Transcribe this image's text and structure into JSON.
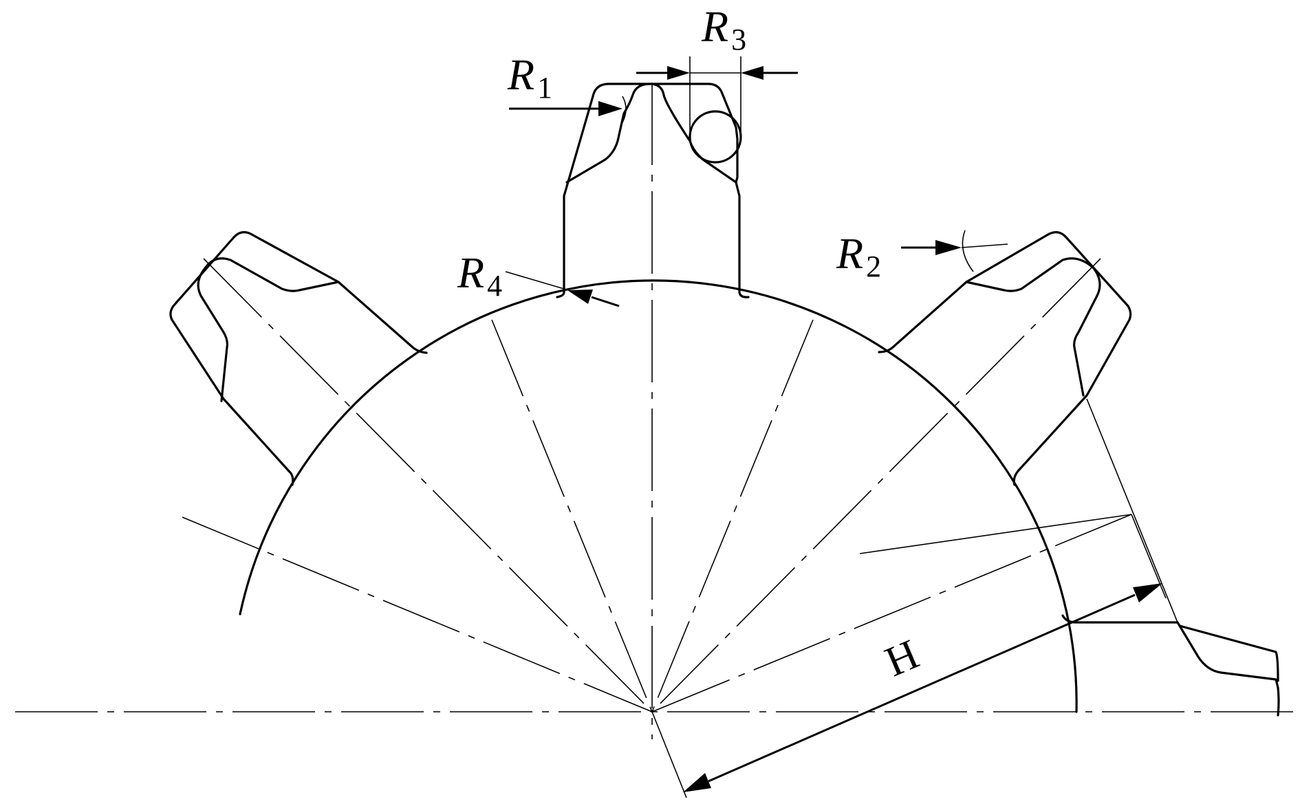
{
  "labels": {
    "r1": {
      "main": "R",
      "sub": "1"
    },
    "r2": {
      "main": "R",
      "sub": "2"
    },
    "r3": {
      "main": "R",
      "sub": "3"
    },
    "r4": {
      "main": "R",
      "sub": "4"
    },
    "h": "H"
  }
}
